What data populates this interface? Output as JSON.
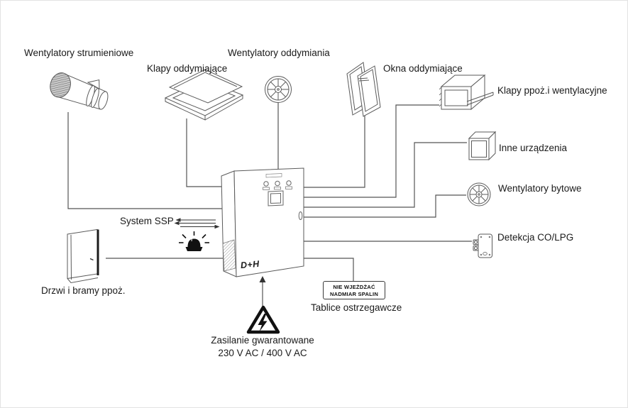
{
  "labels": {
    "jet_fans": "Wentylatory strumieniowe",
    "smoke_flaps": "Klapy oddymiające",
    "smoke_fans": "Wentylatory oddymiania",
    "smoke_windows": "Okna oddymiające",
    "fire_dampers": "Klapy ppoż.i wentylacyjne",
    "other_devices": "Inne urządzenia",
    "utility_fans": "Wentylatory bytowe",
    "co_lpg_detection": "Detekcja CO/LPG",
    "ssp_system": "System SSP",
    "fire_doors": "Drzwi i bramy ppoż.",
    "warning_boards": "Tablice ostrzegawcze",
    "power_line1": "Zasilanie gwarantowane",
    "power_line2": "230 V AC / 400 V AC"
  },
  "warning_sign": {
    "line1": "NIE WJEŻDŻAĆ",
    "line2": "NADMIAR SPALIN"
  },
  "panel": {
    "logo": "D+H"
  },
  "colors": {
    "background": "#ffffff",
    "line": "#555555",
    "text": "#1a1a1a",
    "icon_dark": "#111111"
  }
}
